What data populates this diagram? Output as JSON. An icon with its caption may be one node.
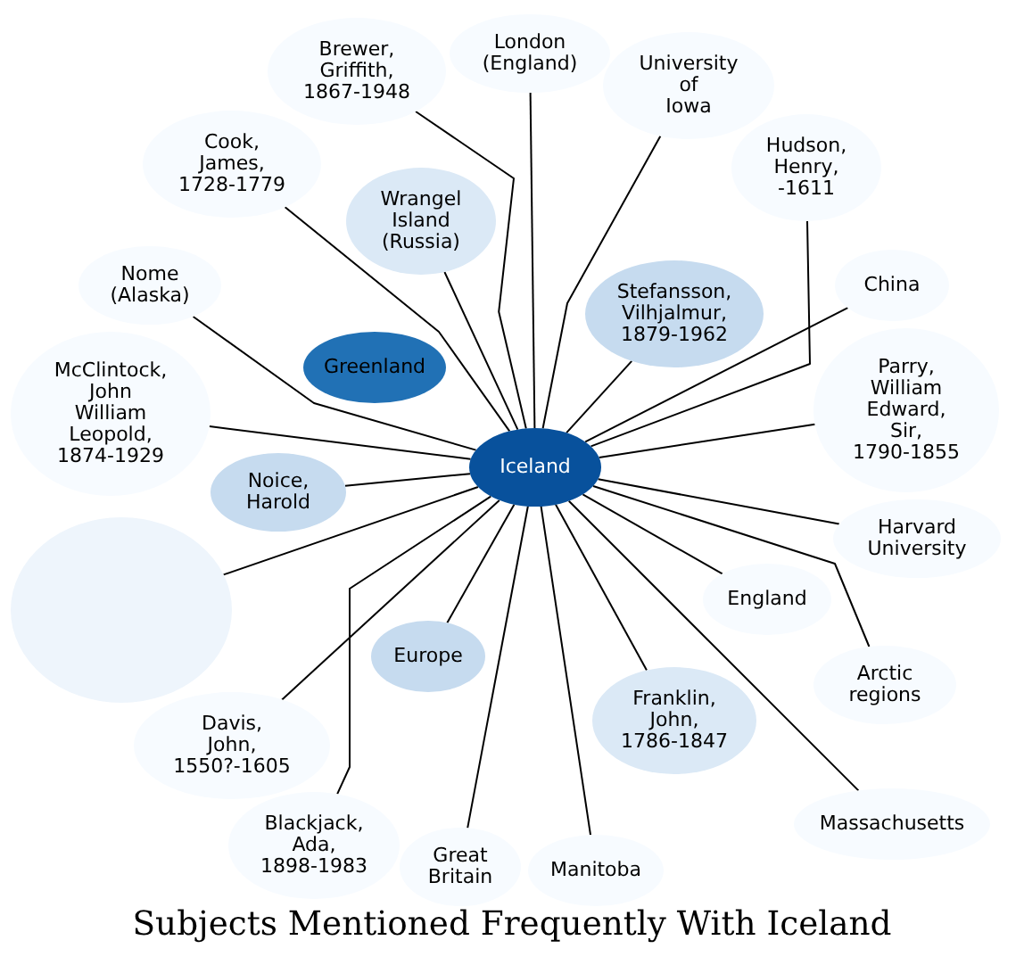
{
  "diagram": {
    "title": "Subjects Mentioned Frequently With Iceland",
    "nodes": [
      {
        "text": [
          "Iceland"
        ]
      },
      {
        "text": [
          "Brewer, Griffith, 1867-1948"
        ]
      },
      {
        "text": [
          "London (England)"
        ]
      },
      {
        "text": [
          "University of Iowa"
        ]
      },
      {
        "text": [
          "Cook, James, 1728-1779"
        ]
      },
      {
        "text": [
          "Hudson, Henry, -1611"
        ]
      },
      {
        "text": [
          "Wrangel Island (Russia)"
        ]
      },
      {
        "text": [
          "Nome (Alaska)"
        ]
      },
      {
        "text": [
          "China"
        ]
      },
      {
        "text": [
          "Stefansson, Vilhjalmur, 1879-1962"
        ]
      },
      {
        "text": [
          "McClintock, John William Leopold, 1874-1929"
        ]
      },
      {
        "text": [
          "Parry, William Edward, Sir, 1790-1855"
        ]
      },
      {
        "text": [
          "Greenland"
        ]
      },
      {
        "text": [
          "Noice, Harold"
        ]
      },
      {
        "text": [
          "Harvard University"
        ]
      },
      {
        "text": [],
        "shape": "ellipse"
      },
      {
        "text": [
          "England"
        ]
      },
      {
        "text": [
          "Europe"
        ]
      },
      {
        "text": [
          "Arctic regions"
        ]
      },
      {
        "text": [
          "Franklin, John, 1786-1847"
        ]
      },
      {
        "text": [
          "Davis, John, 1550?-1605"
        ]
      },
      {
        "text": [
          "Blackjack, Ada, 1898-1983"
        ]
      },
      {
        "text": [
          "Massachusetts"
        ]
      },
      {
        "text": [
          "Great Britain"
        ]
      },
      {
        "text": [
          "Manitoba"
        ]
      }
    ],
    "edges": [
      {
        "from": 1,
        "to": 0,
        "arrow": "none"
      },
      {
        "from": 2,
        "to": 0,
        "arrow": "none"
      },
      {
        "from": 3,
        "to": 0,
        "arrow": "none"
      },
      {
        "from": 4,
        "to": 0,
        "arrow": "none"
      },
      {
        "from": 5,
        "to": 0,
        "arrow": "none"
      },
      {
        "from": 6,
        "to": 0,
        "arrow": "none"
      },
      {
        "from": 7,
        "to": 0,
        "arrow": "none"
      },
      {
        "from": 8,
        "to": 0,
        "arrow": "none"
      },
      {
        "from": 9,
        "to": 0,
        "arrow": "none"
      },
      {
        "from": 10,
        "to": 0,
        "arrow": "none"
      },
      {
        "from": 11,
        "to": 0,
        "arrow": "none"
      },
      {
        "from": 13,
        "to": 0,
        "arrow": "none"
      },
      {
        "from": 14,
        "to": 0,
        "arrow": "none"
      },
      {
        "from": 15,
        "to": 0,
        "arrow": "none"
      },
      {
        "from": 16,
        "to": 0,
        "arrow": "none"
      },
      {
        "from": 17,
        "to": 0,
        "arrow": "none"
      },
      {
        "from": 18,
        "to": 0,
        "arrow": "none"
      },
      {
        "from": 19,
        "to": 0,
        "arrow": "none"
      },
      {
        "from": 20,
        "to": 0,
        "arrow": "none"
      },
      {
        "from": 21,
        "to": 0,
        "arrow": "none"
      },
      {
        "from": 22,
        "to": 0,
        "arrow": "none"
      },
      {
        "from": 23,
        "to": 0,
        "arrow": "none"
      },
      {
        "from": 24,
        "to": 0,
        "arrow": "none"
      }
    ]
  }
}
